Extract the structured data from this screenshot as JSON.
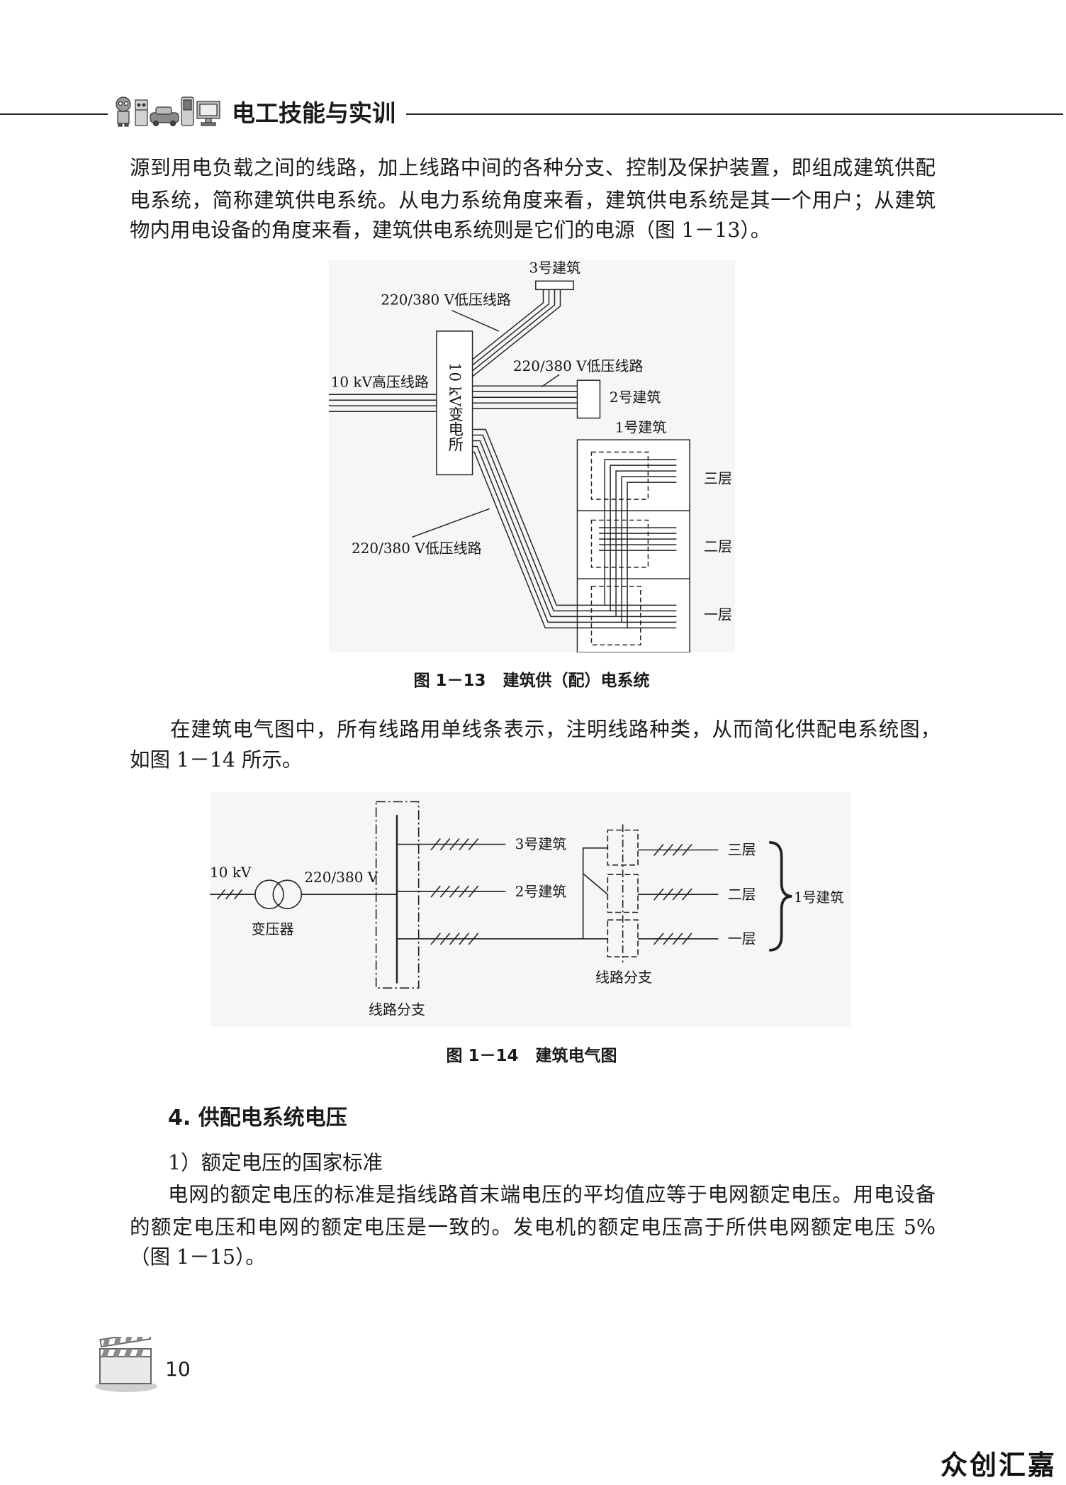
{
  "header": {
    "icon": "appliance-cartoon-icons",
    "title": "电工技能与实训"
  },
  "intro_paragraph": {
    "lines": [
      "源到用电负载之间的线路，加上线路中间的各种分支、控制及保护装置，即组成建筑供配",
      "电系统，简称建筑供电系统。从电力系统角度来看，建筑供电系统是其一个用户；从建筑",
      "物内用电设备的角度来看，建筑供电系统则是它们的电源（图 1－13）。"
    ]
  },
  "figure_1_13": {
    "labels": {
      "building3": "3号建筑",
      "lv_line_top": "220/380 V低压线路",
      "hv_line": "10 kV高压线路",
      "substation": "10 kV变电所",
      "lv_line_middle": "220/380 V低压线路",
      "building2": "2号建筑",
      "building1": "1号建筑",
      "floor3": "三层",
      "floor2": "二层",
      "floor1": "一层",
      "lv_line_bottom": "220/380 V低压线路"
    },
    "caption": {
      "number": "图 1－13",
      "title": "建筑供（配）电系统"
    }
  },
  "diagram_paragraph": {
    "lines": [
      "在建筑电气图中，所有线路用单线条表示，注明线路种类，从而简化供配电系统图，",
      "如图 1－14 所示。"
    ]
  },
  "figure_1_14": {
    "labels": {
      "hv": "10 kV",
      "lv": "220/380 V",
      "transformer": "变压器",
      "bus_branch": "线路分支",
      "building3": "3号建筑",
      "building2": "2号建筑",
      "floor_branch": "线路分支",
      "floor3": "三层",
      "floor2": "二层",
      "floor1": "一层",
      "building1": "1号建筑"
    },
    "caption": {
      "number": "图 1－14",
      "title": "建筑电气图"
    }
  },
  "section": {
    "heading": "4. 供配电系统电压",
    "subheading": "1）额定电压的国家标准",
    "paragraph_lines": [
      "电网的额定电压的标准是指线路首末端电压的平均值应等于电网额定电压。用电设备",
      "的额定电压和电网的额定电压是一致的。发电机的额定电压高于所供电网额定电压 5%",
      "（图 1－15）。"
    ]
  },
  "footer": {
    "icon": "clapperboard-icon",
    "page_number": "10"
  },
  "watermark": {
    "text": "众创汇嘉"
  }
}
